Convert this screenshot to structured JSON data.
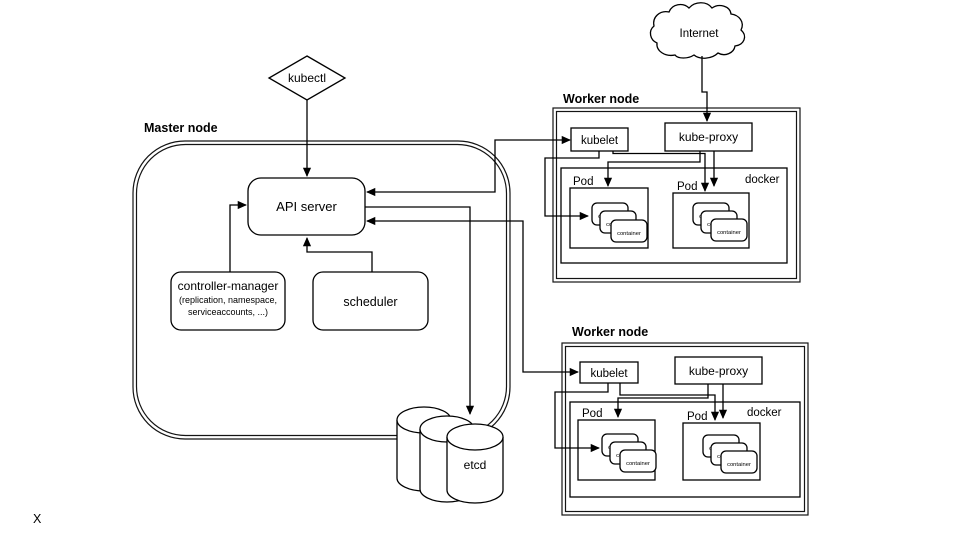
{
  "page": {
    "close_label": "X"
  },
  "colors": {
    "line": "#000000",
    "muted_x": "#7f7f7f",
    "background": "#ffffff"
  },
  "diagram": {
    "kubectl_label": "kubectl",
    "internet_label": "Internet",
    "container_label": "container",
    "master": {
      "title": "Master node",
      "api_server_label": "API server",
      "controller_manager_line1": "controller-manager",
      "controller_manager_line2": "(replication, namespace,",
      "controller_manager_line3": "serviceaccounts, ...)",
      "scheduler_label": "scheduler",
      "etcd_label": "etcd"
    },
    "worker1": {
      "title": "Worker node",
      "kubelet_label": "kubelet",
      "kube_proxy_label": "kube-proxy",
      "docker_label": "docker",
      "pod1_label": "Pod",
      "pod2_label": "Pod"
    },
    "worker2": {
      "title": "Worker node",
      "kubelet_label": "kubelet",
      "kube_proxy_label": "kube-proxy",
      "docker_label": "docker",
      "pod1_label": "Pod",
      "pod2_label": "Pod"
    }
  }
}
